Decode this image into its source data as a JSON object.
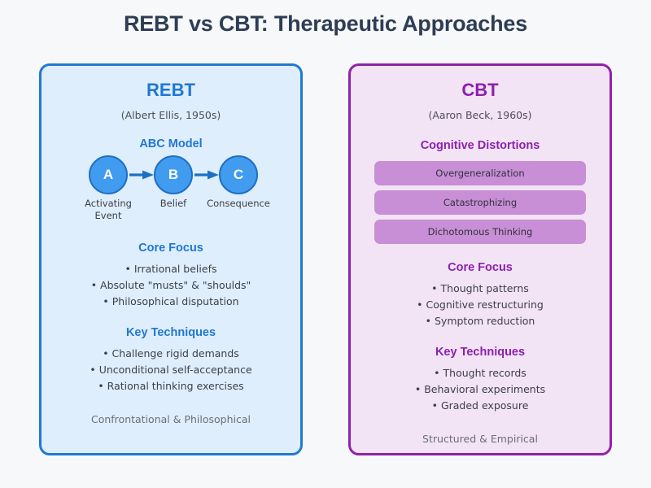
{
  "page": {
    "title": "REBT vs CBT: Therapeutic Approaches",
    "background_color": "#f7f8fa",
    "title_color": "#2e3d54"
  },
  "panels": {
    "rebt": {
      "title": "REBT",
      "subtitle": "(Albert Ellis, 1950s)",
      "accent_color": "#1f77d4",
      "border_color": "#2079d2",
      "fill_color": "#dfeefc",
      "abc": {
        "heading": "ABC Model",
        "nodes": [
          {
            "letter": "A",
            "label": "Activating\nEvent",
            "label_line1": "Activating",
            "label_line2": "Event"
          },
          {
            "letter": "B",
            "label": "Belief",
            "label_line1": "Belief",
            "label_line2": ""
          },
          {
            "letter": "C",
            "label": "Consequence",
            "label_line1": "Consequence",
            "label_line2": ""
          }
        ],
        "node_fill": "#419cf0",
        "node_border": "#1e6fc4",
        "arrow_color": "#1e6fc4"
      },
      "core_focus": {
        "heading": "Core Focus",
        "items": [
          "• Irrational beliefs",
          "• Absolute \"musts\" & \"shoulds\"",
          "• Philosophical disputation"
        ]
      },
      "key_techniques": {
        "heading": "Key Techniques",
        "items": [
          "• Challenge rigid demands",
          "• Unconditional self-acceptance",
          "• Rational thinking exercises"
        ]
      },
      "footer": "Confrontational & Philosophical"
    },
    "cbt": {
      "title": "CBT",
      "subtitle": "(Aaron Beck, 1960s)",
      "accent_color": "#8d1fae",
      "border_color": "#9021ab",
      "fill_color": "#f2e3f5",
      "distortions": {
        "heading": "Cognitive Distortions",
        "pill_color": "#c88ed6",
        "items": [
          "Overgeneralization",
          "Catastrophizing",
          "Dichotomous Thinking"
        ]
      },
      "core_focus": {
        "heading": "Core Focus",
        "items": [
          "• Thought patterns",
          "• Cognitive restructuring",
          "• Symptom reduction"
        ]
      },
      "key_techniques": {
        "heading": "Key Techniques",
        "items": [
          "• Thought records",
          "• Behavioral experiments",
          "• Graded exposure"
        ]
      },
      "footer": "Structured & Empirical"
    }
  }
}
